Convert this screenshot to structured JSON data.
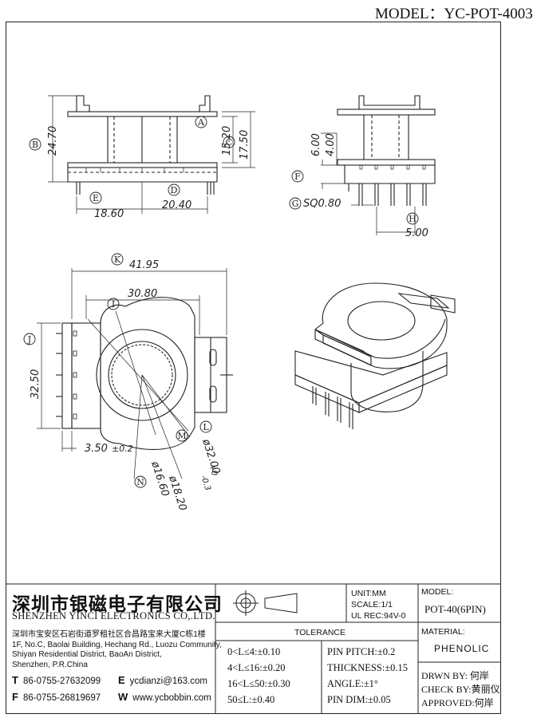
{
  "header": {
    "model_label": "MODEL：YC-POT-4003"
  },
  "dims": {
    "b": "24.70",
    "a": "15.20",
    "c": "17.50",
    "d": "20.40",
    "e": "18.60",
    "f4": "4.00",
    "f6": "6.00",
    "g": "SQ0.80",
    "h": "5.00",
    "k": "41.95",
    "k2": "30.80",
    "j": "32.50",
    "j2": "3.50",
    "j2tol": "±0.2",
    "m": "ø18.20",
    "n": "ø16.60",
    "l": "ø32.00",
    "ltol_plus": "+0",
    "ltol_minus": "-0.3"
  },
  "callouts": [
    "B",
    "A",
    "C",
    "D",
    "E",
    "F",
    "G",
    "H",
    "K",
    "I",
    "J",
    "L",
    "M",
    "N"
  ],
  "company": {
    "name_cn": "深圳市银磁电子有限公司",
    "name_en": "SHENZHEN YINCI ELECTRONICS CO,.LTD.",
    "address_cn": "深圳市宝安区石岩街道罗租社区合昌路宝来大厦C栋1楼",
    "address_en1": "1F, No.C, Baolai Building, Hechang Rd., Luozu Community,",
    "address_en2": "Shiyan Residential District, BaoAn District,",
    "address_en3": "Shenzhen, P.R.China",
    "tel_label": "T",
    "tel": "86-0755-27632099",
    "fax_label": "F",
    "fax": "86-0755-26819697",
    "email_label": "E",
    "email": "ycdianzi@163.com",
    "web_label": "W",
    "web": "www.ycbobbin.com"
  },
  "spec": {
    "unit": "UNIT:MM",
    "scale": "SCALE:1/1",
    "ul": "UL REC:94V-0",
    "tolerance_title": "TOLERANCE",
    "tol": [
      "0<L≤4:±0.10",
      "4<L≤16:±0.20",
      "16<L≤50:±0.30",
      "50≤L:±0.40"
    ],
    "extra": [
      "PIN PITCH:±0.2",
      "THICKNESS:±0.15",
      "ANGLE:±1°",
      "PIN DIM:±0.05"
    ],
    "model_title": "MODEL:",
    "model_value": "POT-40(6PIN)",
    "material_title": "MATERIAL:",
    "material_value": "PHENOLIC",
    "drwn": "DRWN BY: 何岸",
    "check": "CHECK BY:黄丽仪",
    "approved": "APPROVED:何岸"
  }
}
